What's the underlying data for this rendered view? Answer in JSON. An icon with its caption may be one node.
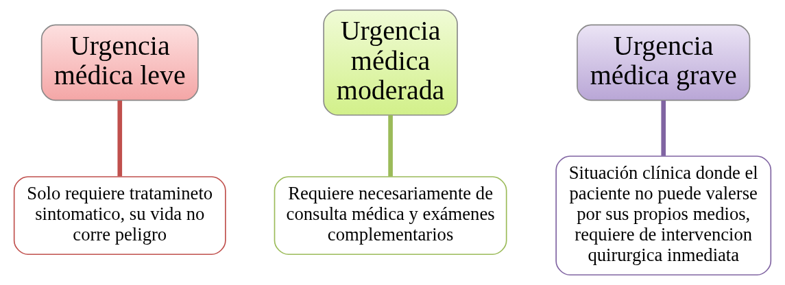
{
  "diagram": {
    "nodes": [
      {
        "text": [
          "Urgencia médica leve"
        ]
      },
      {
        "text": [
          "Solo requiere tratamineto sintomatico, su vida no corre peligro"
        ]
      },
      {
        "text": [
          "Urgencia médica moderada"
        ]
      },
      {
        "text": [
          "Requiere necesariamente de consulta médica y exámenes complementarios"
        ]
      },
      {
        "text": [
          "Urgencia médica grave"
        ]
      },
      {
        "text": [
          "Situación clínica donde el paciente no puede valerse por sus propios medios, requiere de intervencion quirurgica inmediata"
        ]
      }
    ],
    "edges": [
      {
        "from": 0,
        "to": 1,
        "arrow": "none",
        "color": "#c0504d"
      },
      {
        "from": 2,
        "to": 3,
        "arrow": "none",
        "color": "#9bbb59"
      },
      {
        "from": 4,
        "to": 5,
        "arrow": "none",
        "color": "#8064a2"
      }
    ]
  }
}
